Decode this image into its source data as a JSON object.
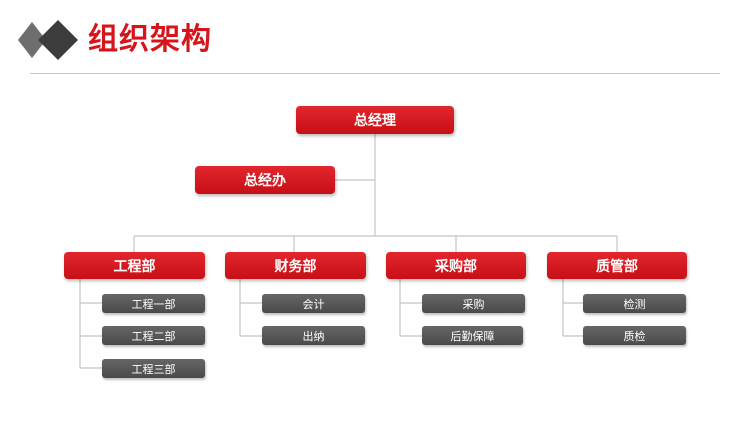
{
  "header": {
    "title": "组织架构",
    "accent_color": "#d7141b",
    "logo_icon": "double-diamond-icon"
  },
  "org": {
    "ceo": "总经理",
    "office": "总经办",
    "departments": [
      {
        "name": "工程部",
        "units": [
          "工程一部",
          "工程二部",
          "工程三部"
        ]
      },
      {
        "name": "财务部",
        "units": [
          "会计",
          "出纳"
        ]
      },
      {
        "name": "采购部",
        "units": [
          "采购",
          "后勤保障"
        ]
      },
      {
        "name": "质管部",
        "units": [
          "检测",
          "质检"
        ]
      }
    ]
  }
}
